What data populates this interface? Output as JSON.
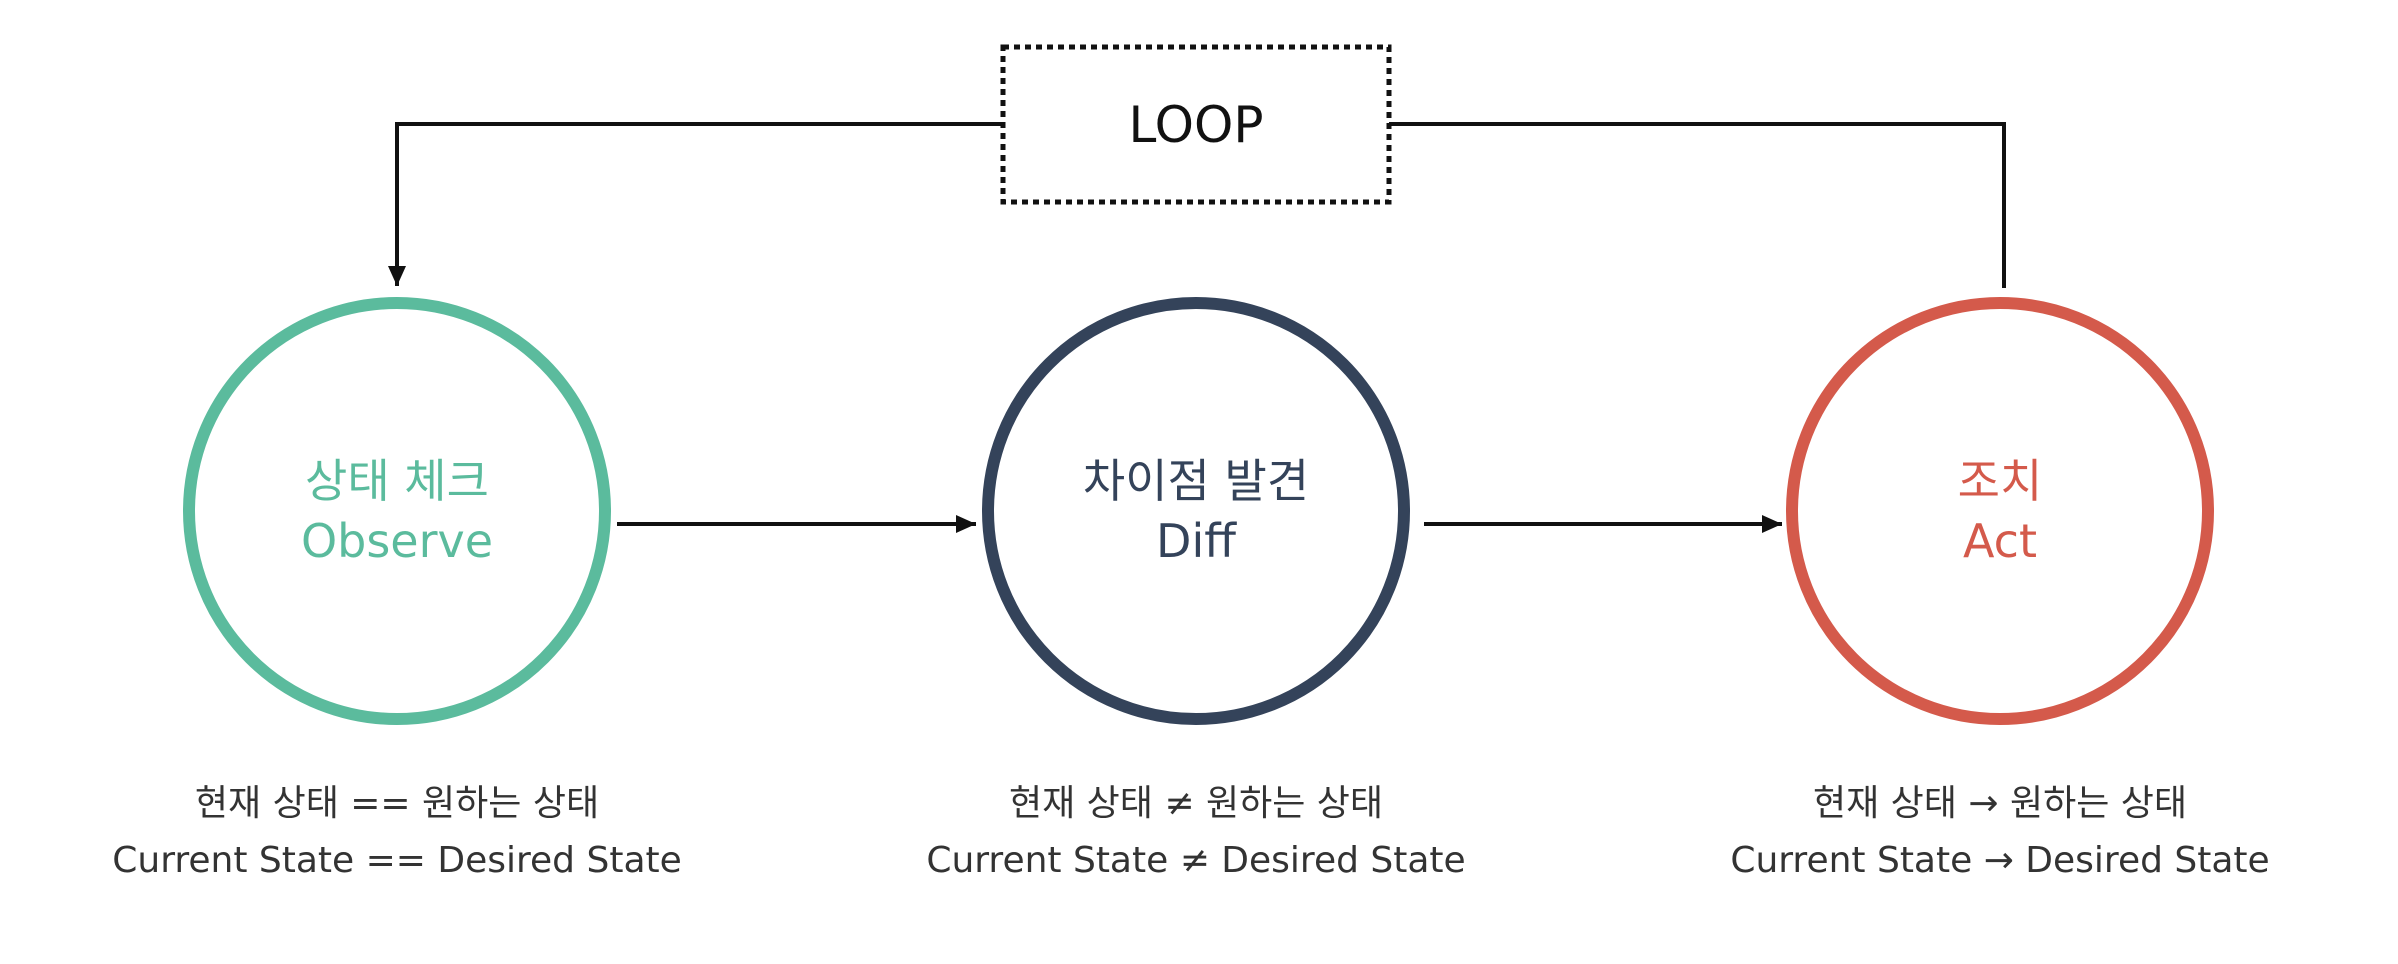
{
  "loop": {
    "label": "LOOP"
  },
  "nodes": [
    {
      "id": "observe",
      "title_ko": "상태 체크",
      "title_en": "Observe",
      "color": "#5bbb9d",
      "caption_ko": "현재 상태 == 원하는 상태",
      "caption_en": "Current State == Desired State"
    },
    {
      "id": "diff",
      "title_ko": "차이점 발견",
      "title_en": "Diff",
      "color": "#34435a",
      "caption_ko": "현재 상태 ≠ 원하는 상태",
      "caption_en": "Current State ≠ Desired State"
    },
    {
      "id": "act",
      "title_ko": "조치",
      "title_en": "Act",
      "color": "#d45a4b",
      "caption_ko": "현재 상태 → 원하는 상태",
      "caption_en": "Current State → Desired State"
    }
  ],
  "colors": {
    "line": "#111111",
    "caption_text": "#333333"
  }
}
